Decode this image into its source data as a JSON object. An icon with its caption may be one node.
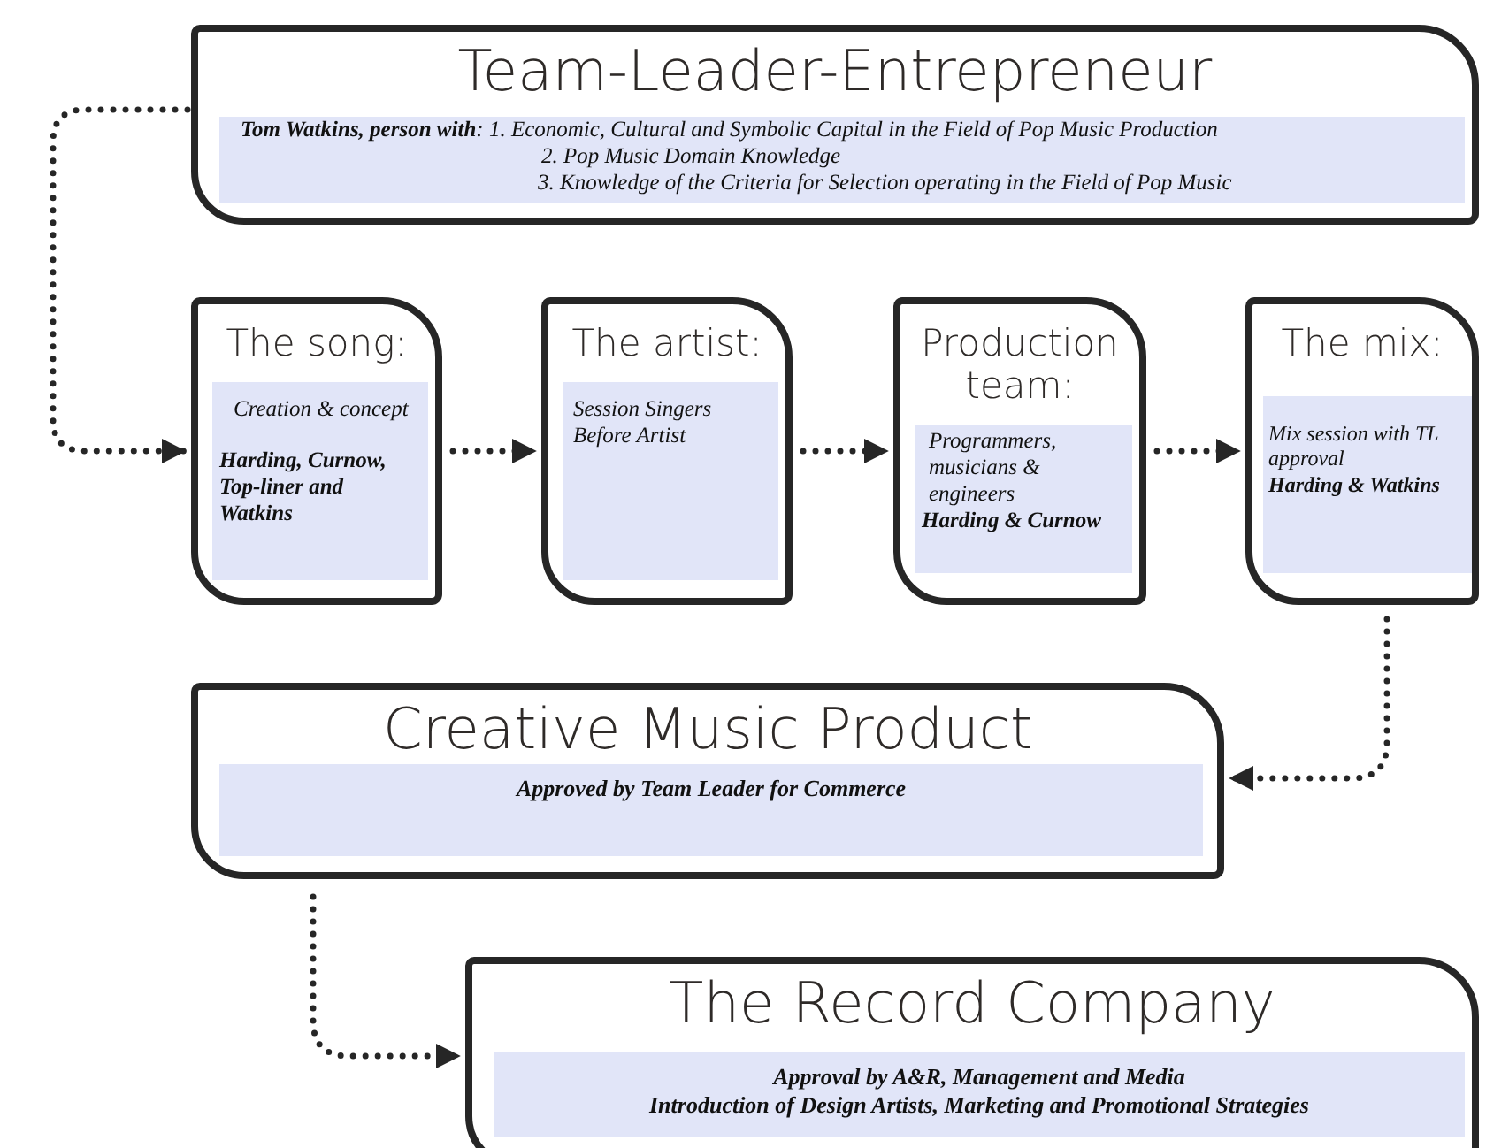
{
  "diagram": {
    "nodes": [
      {
        "text": [
          "Team-Leader-Entrepreneur",
          "**Tom Watkins, person with**: 1. Economic, Cultural and Symbolic Capital in the Field of Pop Music Production",
          "2. Pop Music Domain Knowledge",
          "3. Knowledge of the Criteria for Selection operating in the Field of Pop Music"
        ]
      },
      {
        "text": [
          "The song:",
          "Creation & concept",
          "**Harding, Curnow, Top-liner and Watkins**"
        ]
      },
      {
        "text": [
          "The artist:",
          "Session Singers Before Artist"
        ]
      },
      {
        "text": [
          "Production team:",
          "Programmers, musicians & engineers",
          "**Harding & Curnow**"
        ]
      },
      {
        "text": [
          "The mix:",
          "Mix session with TL approval",
          "**Harding & Watkins**"
        ]
      },
      {
        "text": [
          "Creative Music Product",
          "**Approved by Team Leader for Commerce**"
        ]
      },
      {
        "text": [
          "The Record Company",
          "**Approval by A&R, Management and Media**",
          "**Introduction of Design Artists, Marketing and Promotional Strategies**"
        ]
      }
    ],
    "edges": [
      {
        "from": 0,
        "to": 1,
        "arrow": "to"
      },
      {
        "from": 1,
        "to": 2,
        "arrow": "to"
      },
      {
        "from": 2,
        "to": 3,
        "arrow": "to"
      },
      {
        "from": 3,
        "to": 4,
        "arrow": "to"
      },
      {
        "from": 4,
        "to": 5,
        "arrow": "to"
      },
      {
        "from": 5,
        "to": 6,
        "arrow": "to"
      }
    ]
  }
}
